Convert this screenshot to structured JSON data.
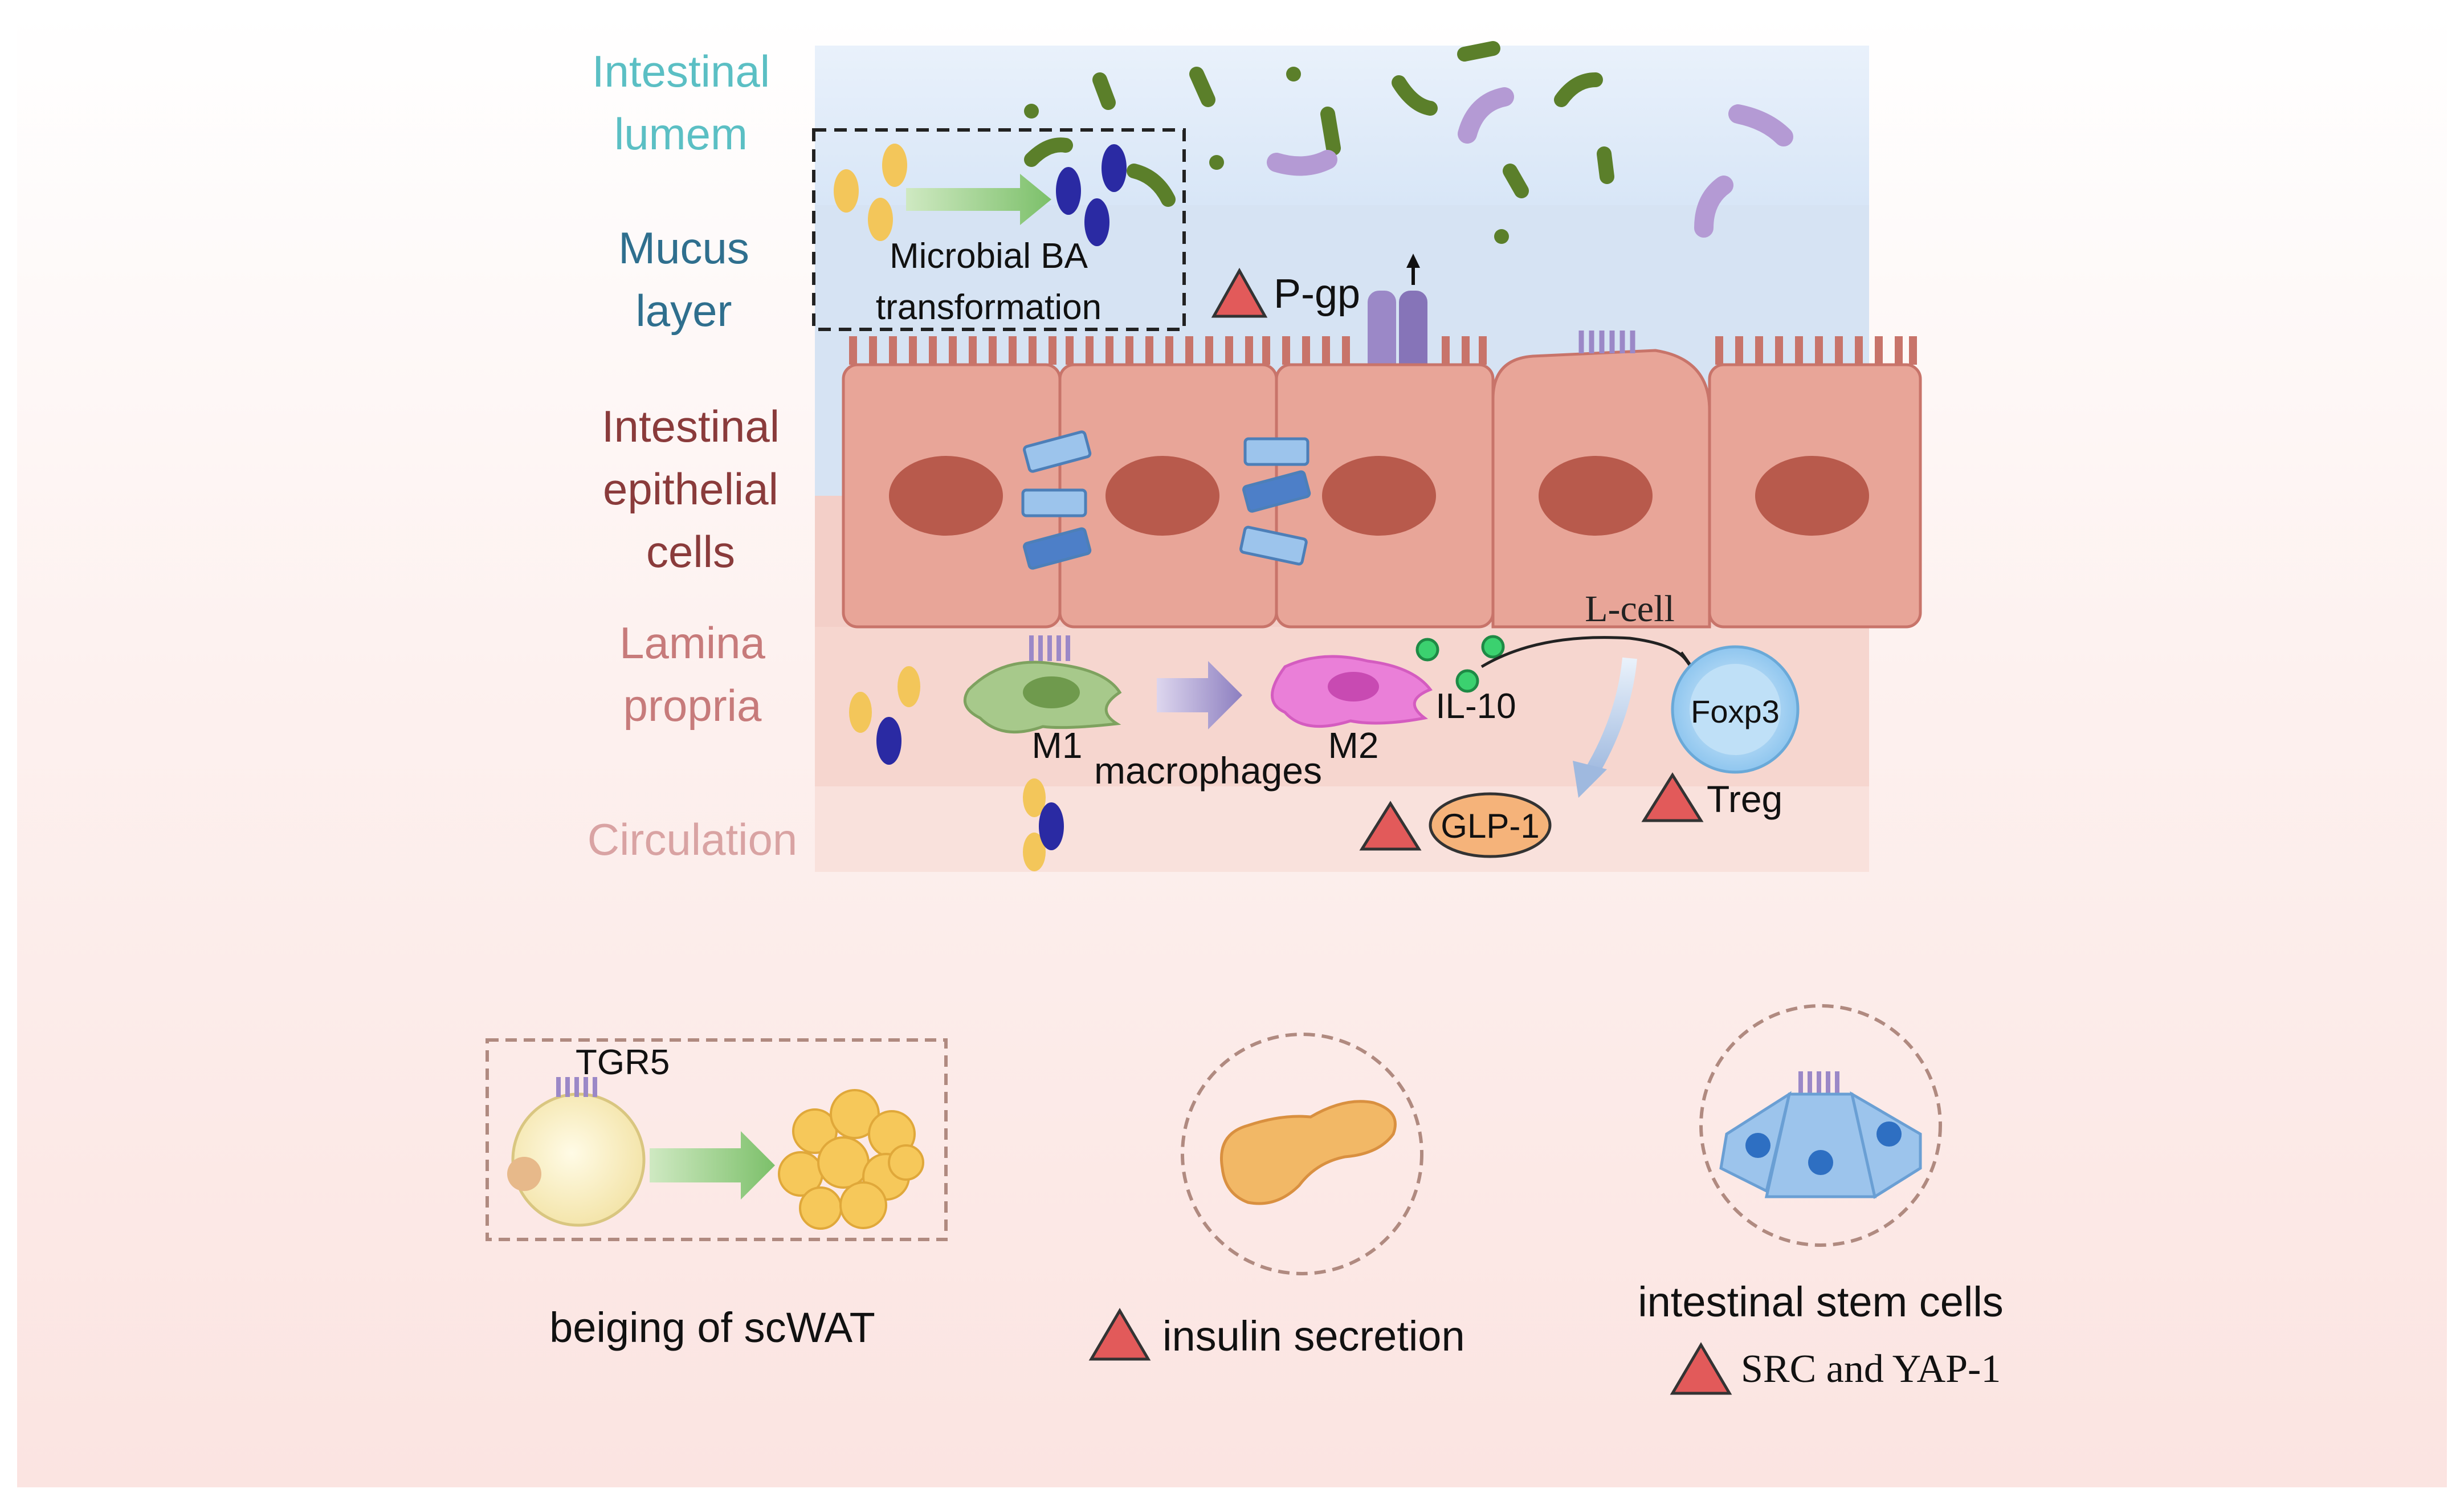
{
  "layers": {
    "lumen": "Intestinal lumem",
    "lumen_line1": "Intestinal",
    "lumen_line2": "lumem",
    "mucus_line1": "Mucus",
    "mucus_line2": "layer",
    "epi_line1": "Intestinal",
    "epi_line2": "epithelial",
    "epi_line3": "cells",
    "lamina_line1": "Lamina",
    "lamina_line2": "propria",
    "circulation": "Circulation"
  },
  "labels": {
    "microbial_line1": "Microbial BA",
    "microbial_line2": "transformation",
    "pgp": "P-gp",
    "lcell": "L-cell",
    "m1": "M1",
    "m2": "M2",
    "macrophages": "macrophages",
    "il10": "IL-10",
    "foxp3": "Foxp3",
    "treg": "Treg",
    "glp1": "GLP-1",
    "tgr5": "TGR5",
    "beiging": "beiging of scWAT",
    "insulin": "insulin secretion",
    "stem": "intestinal stem cells",
    "src": "SRC and YAP-1"
  },
  "colors": {
    "lumen_text": "#5bbfc4",
    "mucus_text": "#2f6f8e",
    "epi_text": "#8a3b3b",
    "lamina_text": "#c77b7b",
    "circ_text": "#d9a3a3",
    "cell_fill": "#e8a598",
    "nucleus": "#b85a4c",
    "triangle": "#e25a5a",
    "bacteria_green": "#5b7f2a",
    "bacteria_purple": "#b49ad4",
    "ba_yellow": "#f3c65a",
    "ba_blue": "#2a2aa3",
    "pgp_purple": "#9b88c7",
    "m1_green": "#a7c98b",
    "m2_pink": "#ea7fd8",
    "foxp3_blue": "#a9d6f5",
    "glp1_orange": "#f5b37a",
    "stem_blue": "#9cc4ec"
  }
}
